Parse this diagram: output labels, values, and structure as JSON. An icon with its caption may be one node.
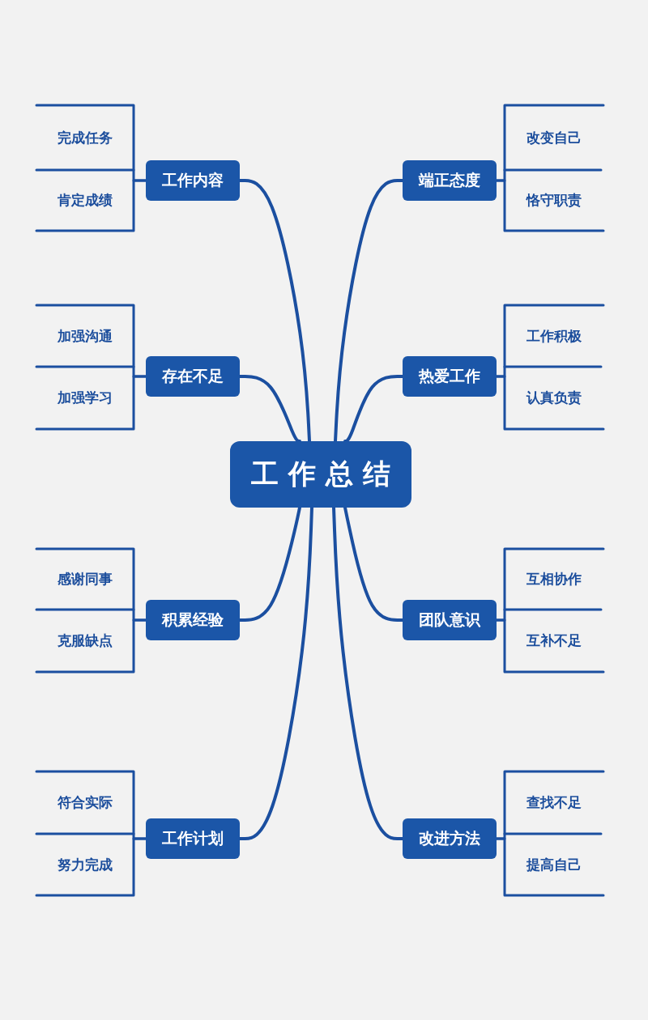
{
  "diagram": {
    "nodes": [
      {
        "text": [
          "工作总结"
        ]
      },
      {
        "text": [
          "工作内容"
        ]
      },
      {
        "text": [
          "完成任务"
        ]
      },
      {
        "text": [
          "肯定成绩"
        ]
      },
      {
        "text": [
          "端正态度"
        ]
      },
      {
        "text": [
          "改变自己"
        ]
      },
      {
        "text": [
          "恪守职责"
        ]
      },
      {
        "text": [
          "存在不足"
        ]
      },
      {
        "text": [
          "加强沟通"
        ]
      },
      {
        "text": [
          "加强学习"
        ]
      },
      {
        "text": [
          "热爱工作"
        ]
      },
      {
        "text": [
          "工作积极"
        ]
      },
      {
        "text": [
          "认真负责"
        ]
      },
      {
        "text": [
          "积累经验"
        ]
      },
      {
        "text": [
          "感谢同事"
        ]
      },
      {
        "text": [
          "克服缺点"
        ]
      },
      {
        "text": [
          "团队意识"
        ]
      },
      {
        "text": [
          "互相协作"
        ]
      },
      {
        "text": [
          "互补不足"
        ]
      },
      {
        "text": [
          "工作计划"
        ]
      },
      {
        "text": [
          "符合实际"
        ]
      },
      {
        "text": [
          "努力完成"
        ]
      },
      {
        "text": [
          "改进方法"
        ]
      },
      {
        "text": [
          "查找不足"
        ]
      },
      {
        "text": [
          "提高自己"
        ]
      }
    ],
    "edges": [
      {
        "from": 0,
        "to": 1,
        "arrow": "none"
      },
      {
        "from": 1,
        "to": 2,
        "arrow": "none"
      },
      {
        "from": 1,
        "to": 3,
        "arrow": "none"
      },
      {
        "from": 0,
        "to": 4,
        "arrow": "none"
      },
      {
        "from": 4,
        "to": 5,
        "arrow": "none"
      },
      {
        "from": 4,
        "to": 6,
        "arrow": "none"
      },
      {
        "from": 0,
        "to": 7,
        "arrow": "none"
      },
      {
        "from": 7,
        "to": 8,
        "arrow": "none"
      },
      {
        "from": 7,
        "to": 9,
        "arrow": "none"
      },
      {
        "from": 0,
        "to": 10,
        "arrow": "none"
      },
      {
        "from": 10,
        "to": 11,
        "arrow": "none"
      },
      {
        "from": 10,
        "to": 12,
        "arrow": "none"
      },
      {
        "from": 0,
        "to": 13,
        "arrow": "none"
      },
      {
        "from": 13,
        "to": 14,
        "arrow": "none"
      },
      {
        "from": 13,
        "to": 15,
        "arrow": "none"
      },
      {
        "from": 0,
        "to": 16,
        "arrow": "none"
      },
      {
        "from": 16,
        "to": 17,
        "arrow": "none"
      },
      {
        "from": 16,
        "to": 18,
        "arrow": "none"
      },
      {
        "from": 0,
        "to": 19,
        "arrow": "none"
      },
      {
        "from": 19,
        "to": 20,
        "arrow": "none"
      },
      {
        "from": 19,
        "to": 21,
        "arrow": "none"
      },
      {
        "from": 0,
        "to": 22,
        "arrow": "none"
      },
      {
        "from": 22,
        "to": 23,
        "arrow": "none"
      },
      {
        "from": 22,
        "to": 24,
        "arrow": "none"
      }
    ]
  }
}
